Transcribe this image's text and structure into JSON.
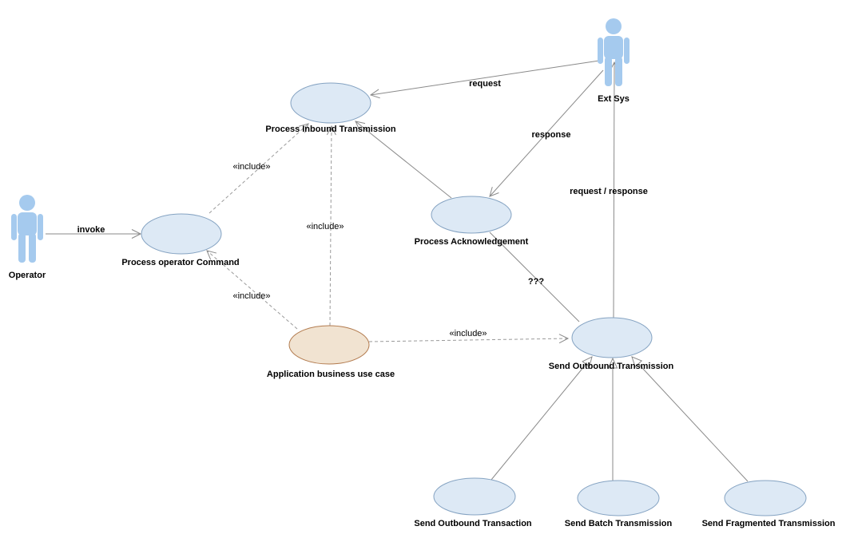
{
  "diagram": {
    "kind": "uml-use-case-diagram",
    "background_color": "#ffffff",
    "colors": {
      "usecase_fill": "#dde9f5",
      "usecase_stroke": "#85a3c2",
      "business_usecase_fill": "#f1e3d1",
      "business_usecase_stroke": "#b27a4d",
      "actor_fill": "#a5caee",
      "edge_color": "#8a8a8a",
      "text_color": "#000000"
    },
    "actors": [
      {
        "label": "Operator"
      },
      {
        "label": "Ext Sys"
      }
    ],
    "use_cases": [
      {
        "label": "Process Inbound Transmission"
      },
      {
        "label": "Process operator Command"
      },
      {
        "label": "Process Acknowledgement"
      },
      {
        "label": "Application business use case"
      },
      {
        "label": "Send Outbound Transmission"
      },
      {
        "label": "Send Outbound Transaction"
      },
      {
        "label": "Send Batch Transmission"
      },
      {
        "label": "Send Fragmented Transmission"
      }
    ],
    "edge_labels": {
      "invoke": "invoke",
      "request": "request",
      "response": "response",
      "request_response": "request / response",
      "unknown": "???",
      "include": "«include»"
    },
    "relationships": [
      {
        "from": "Operator",
        "to": "Process operator Command",
        "type": "directed-association",
        "label": "invoke"
      },
      {
        "from": "Ext Sys",
        "to": "Process Inbound Transmission",
        "type": "directed-association",
        "label": "request"
      },
      {
        "from": "Ext Sys",
        "to": "Process Acknowledgement",
        "type": "directed-association",
        "label": "response"
      },
      {
        "from": "Send Outbound Transmission",
        "to": "Ext Sys",
        "type": "directed-association",
        "label": "request / response"
      },
      {
        "from": "Process Acknowledgement",
        "to": "Process Inbound Transmission",
        "type": "directed-association",
        "label": ""
      },
      {
        "from": "Process Acknowledgement",
        "to": "Send Outbound Transmission",
        "type": "association",
        "label": "???"
      },
      {
        "from": "Process operator Command",
        "to": "Process Inbound Transmission",
        "type": "include",
        "label": "«include»"
      },
      {
        "from": "Application business use case",
        "to": "Process Inbound Transmission",
        "type": "include",
        "label": "«include»"
      },
      {
        "from": "Application business use case",
        "to": "Process operator Command",
        "type": "include",
        "label": "«include»"
      },
      {
        "from": "Application business use case",
        "to": "Send Outbound Transmission",
        "type": "include",
        "label": "«include»"
      },
      {
        "from": "Send Outbound Transaction",
        "to": "Send Outbound Transmission",
        "type": "generalization",
        "label": ""
      },
      {
        "from": "Send Batch Transmission",
        "to": "Send Outbound Transmission",
        "type": "generalization",
        "label": ""
      },
      {
        "from": "Send Fragmented Transmission",
        "to": "Send Outbound Transmission",
        "type": "generalization",
        "label": ""
      }
    ]
  }
}
